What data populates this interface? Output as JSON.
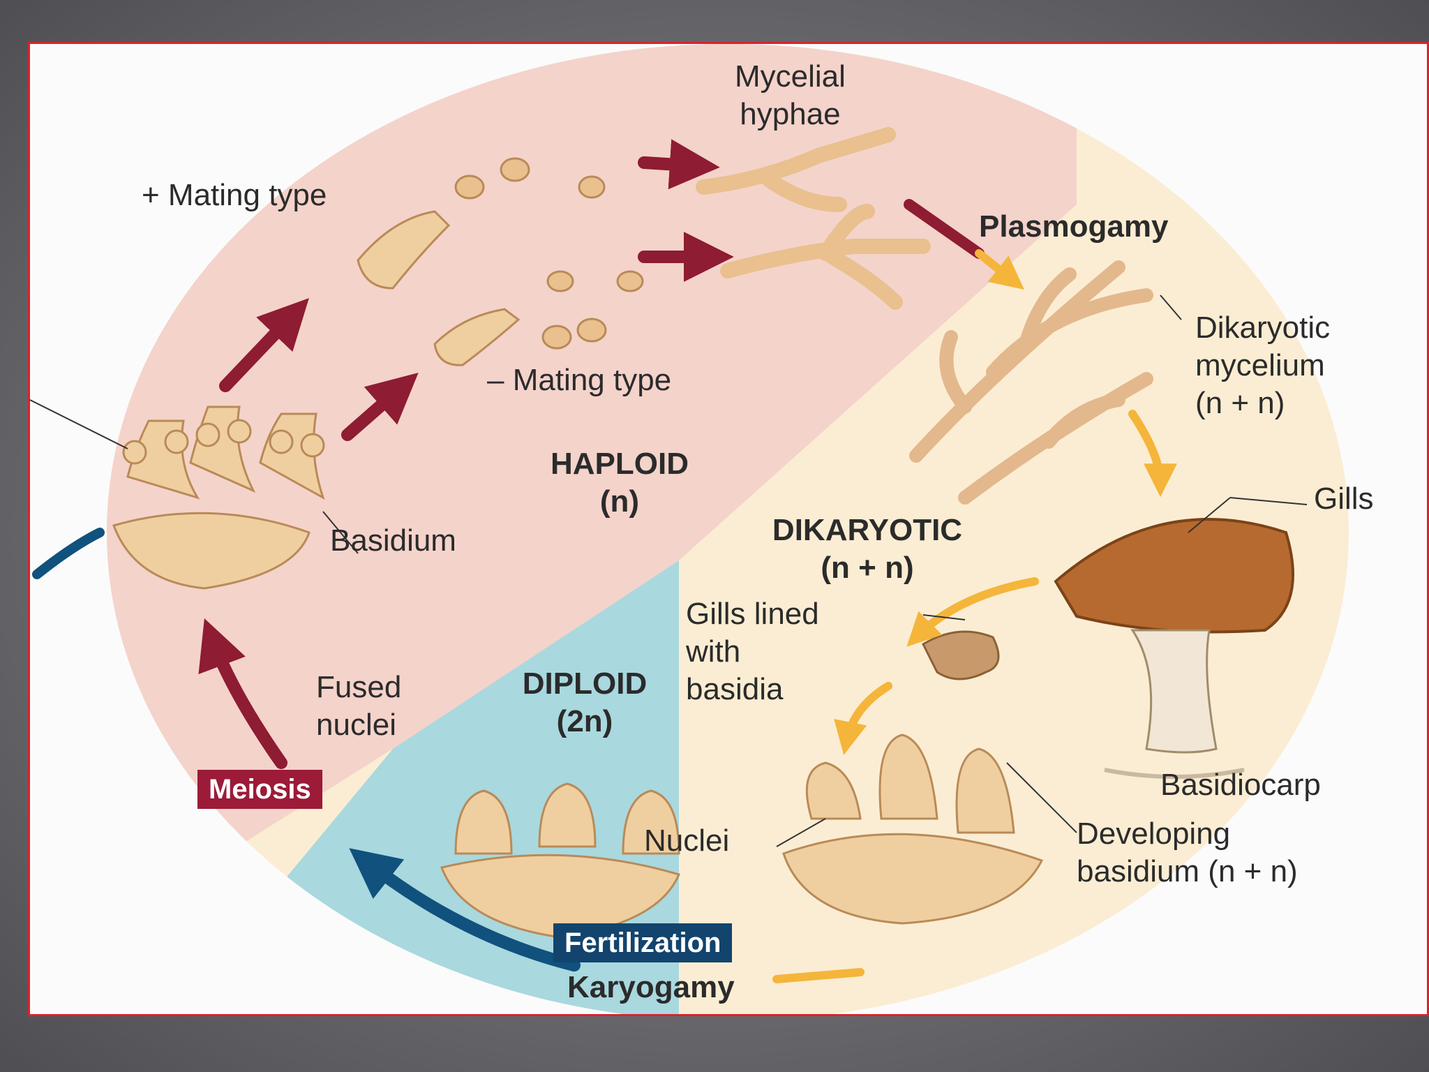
{
  "regions": {
    "haploid": {
      "title": "HAPLOID",
      "ploidy": "(n)"
    },
    "dikaryotic": {
      "title": "DIKARYOTIC",
      "ploidy": "(n + n)"
    },
    "diploid": {
      "title": "DIPLOID",
      "ploidy": "(2n)"
    }
  },
  "labels": {
    "mycelial_hyphae_1": "Mycelial",
    "mycelial_hyphae_2": "hyphae",
    "plus_mating_type": "+ Mating type",
    "minus_mating_type": "– Mating type",
    "plasmogamy": "Plasmogamy",
    "dikaryotic_mycelium_1": "Dikaryotic",
    "dikaryotic_mycelium_2": "mycelium",
    "dikaryotic_mycelium_3": "(n + n)",
    "gills": "Gills",
    "basidium": "Basidium",
    "gills_lined_1": "Gills lined",
    "gills_lined_2": "with",
    "gills_lined_3": "basidia",
    "fused_nuclei_1": "Fused",
    "fused_nuclei_2": "nuclei",
    "basidiocarp": "Basidiocarp",
    "nuclei": "Nuclei",
    "developing_basidium_1": "Developing",
    "developing_basidium_2": "basidium (n + n)",
    "karyogamy": "Karyogamy"
  },
  "tags": {
    "meiosis": "Meiosis",
    "fertilization": "Fertilization"
  },
  "colors": {
    "haploid_fill": "#f4d3cb",
    "dikaryotic_fill": "#fbedd3",
    "diploid_fill": "#a9d8df",
    "meiosis_arrow": "#8e1c32",
    "fertilization_arrow": "#10517d",
    "dikaryotic_arrow": "#f4b53a",
    "frame_border": "#d9232d"
  }
}
